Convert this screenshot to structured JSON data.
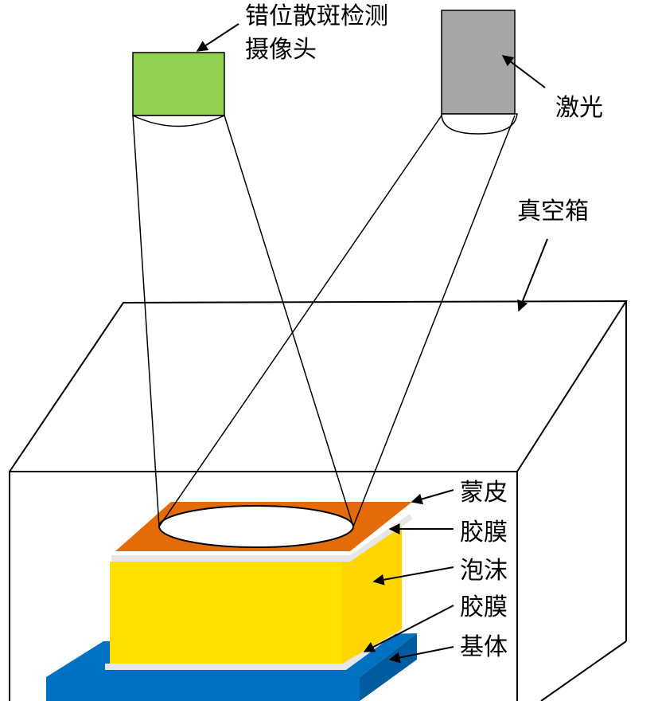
{
  "labels": {
    "camera_line1": "错位散斑检测",
    "camera_line2": "摄像头",
    "laser": "激光",
    "vacuum_box": "真空箱",
    "skin": "蒙皮",
    "film_top": "胶膜",
    "foam": "泡沫",
    "film_bottom": "胶膜",
    "base": "基体"
  },
  "colors": {
    "camera": "#92d050",
    "laser": "#a6a6a6",
    "skin": "#e36c09",
    "film": "#e6e6e6",
    "foam": "#ffe000",
    "base": "#0070c0",
    "line": "#000000",
    "background": "#ffffff"
  }
}
